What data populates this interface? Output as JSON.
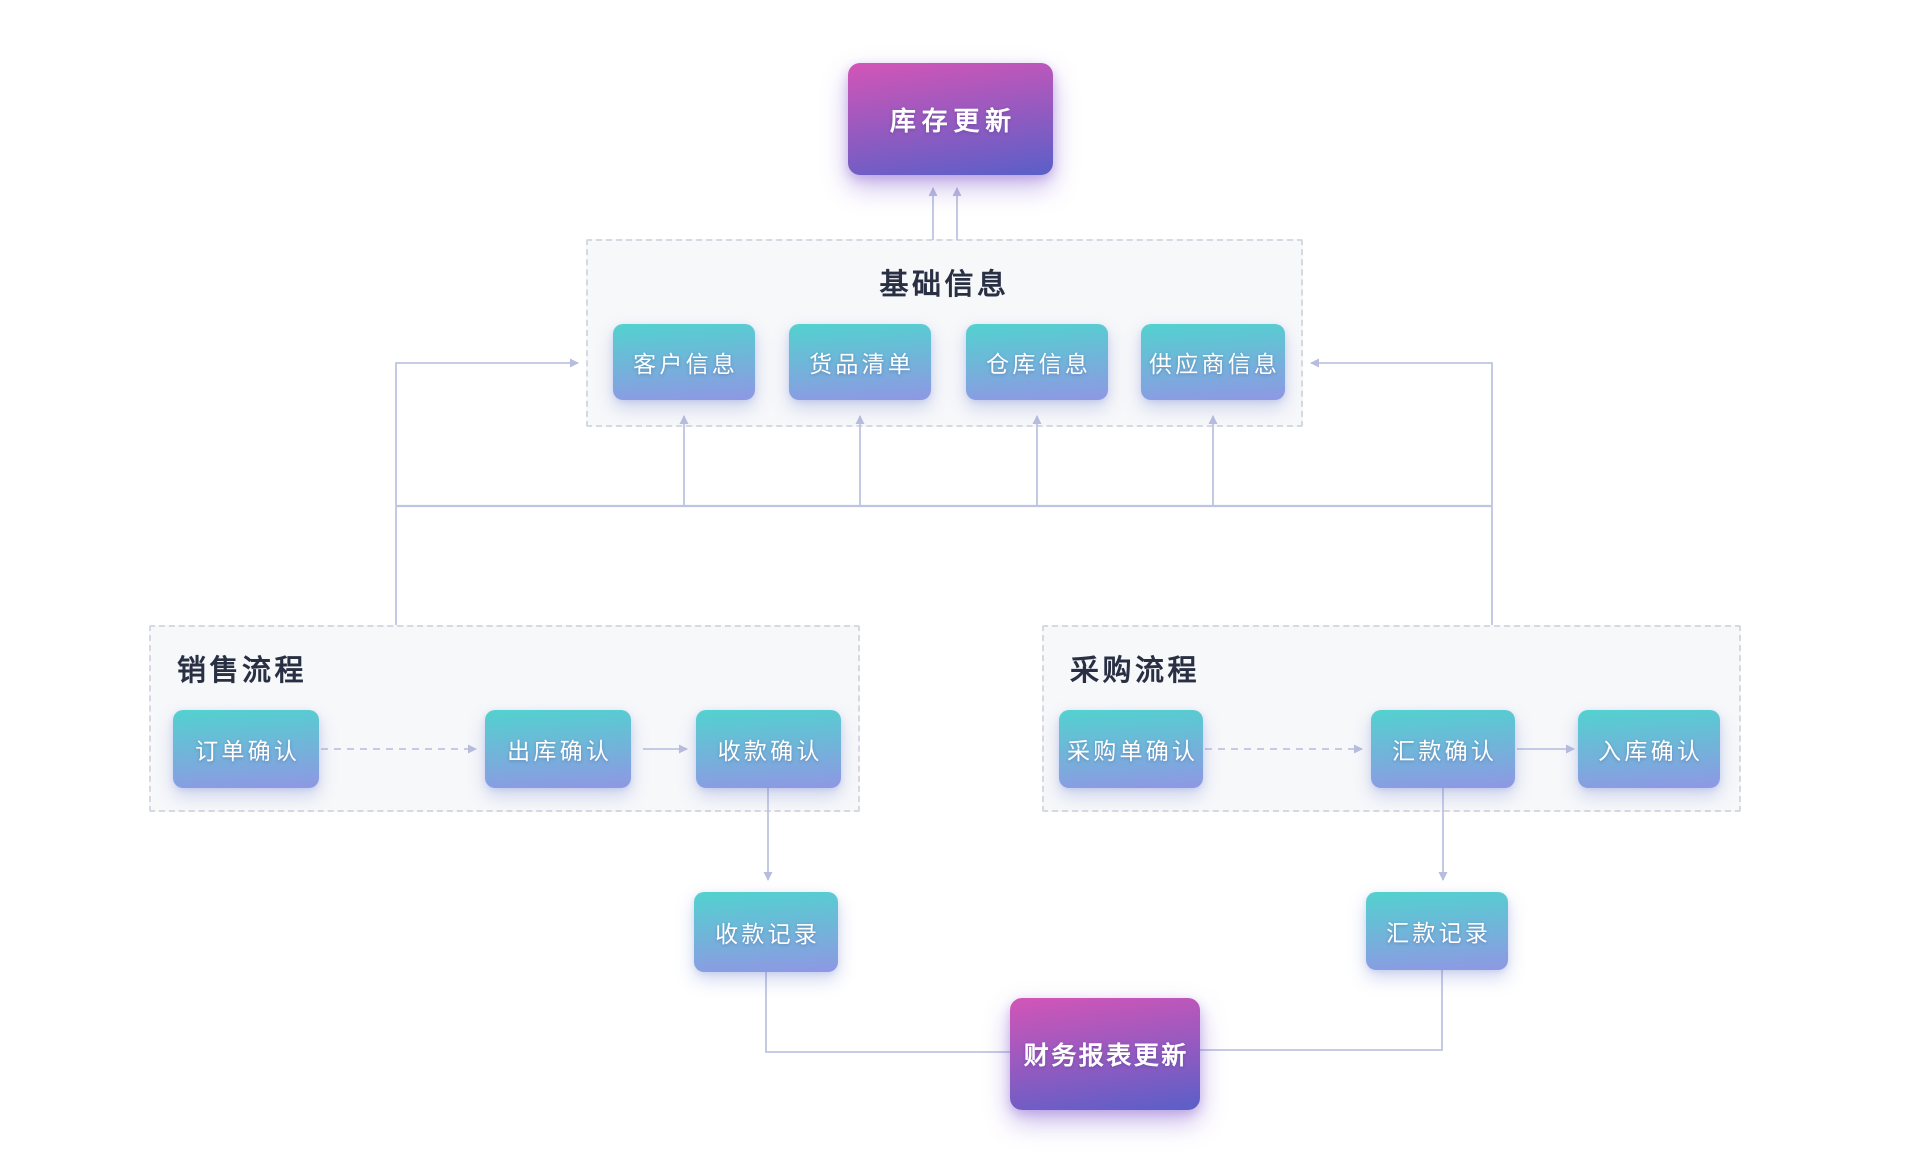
{
  "diagram": {
    "inventory": {
      "label": "库存更新"
    },
    "basic_info": {
      "title": "基础信息",
      "items": [
        "客户信息",
        "货品清单",
        "仓库信息",
        "供应商信息"
      ]
    },
    "sales": {
      "title": "销售流程",
      "steps": [
        "订单确认",
        "出库确认",
        "收款确认"
      ]
    },
    "purchase": {
      "title": "采购流程",
      "steps": [
        "采购单确认",
        "汇款确认",
        "入库确认"
      ]
    },
    "records": {
      "receipt": {
        "label": "收款记录"
      },
      "remittance": {
        "label": "汇款记录"
      }
    },
    "finance": {
      "label": "财务报表更新"
    }
  },
  "theme": {
    "grad_pink_top": "#d355b7",
    "grad_pink_bottom": "#5a5fc8",
    "grad_teal_top": "#52d2cf",
    "grad_teal_bottom": "#8f97e4",
    "container_bg": "#f7f8fa",
    "container_border": "#d6d9e2",
    "connector": "#bfc4e2",
    "title_color": "#2a3044",
    "canvas_bg": "#ffffff"
  }
}
